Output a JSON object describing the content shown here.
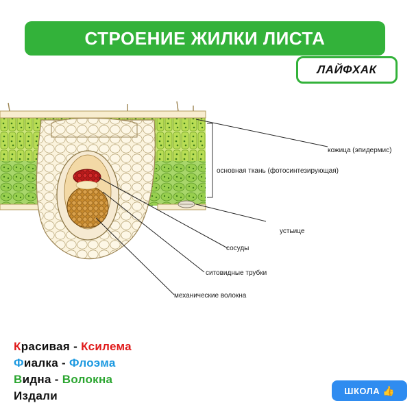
{
  "title": "СТРОЕНИЕ ЖИЛКИ ЛИСТА",
  "badge": "ЛАЙФХАК",
  "labels": {
    "epidermis": "кожица (эпидермис)",
    "ground_tissue": "основная ткань (фотосинтезирующая)",
    "stomata": "устьице",
    "vessels": "сосуды",
    "sieve_tubes": "ситовидные трубки",
    "fibers": "механические волокна"
  },
  "mnemonic": [
    {
      "cap1": "К",
      "rest1": "расивая",
      "sep": " - ",
      "cap2": "К",
      "rest2": "силема",
      "color": "#e01a1a"
    },
    {
      "cap1": "Ф",
      "rest1": "иалка",
      "sep": " - ",
      "cap2": "Ф",
      "rest2": "лоэма",
      "color": "#1a98e0"
    },
    {
      "cap1": "В",
      "rest1": "идна",
      "sep": " - ",
      "cap2": "В",
      "rest2": "олокна",
      "color": "#2aa52f"
    },
    {
      "cap1": "И",
      "rest1": "здали",
      "sep": "",
      "cap2": "",
      "rest2": "",
      "color": "#111111"
    }
  ],
  "school_badge": {
    "label": "ШКОЛА",
    "icon": "thumbs-up-icon"
  },
  "colors": {
    "brand_green": "#33b23a",
    "xylem_red": "#e01a1a",
    "phloem_blue": "#1a98e0",
    "fiber_green": "#2aa52f",
    "school_blue": "#2f8cf0"
  }
}
